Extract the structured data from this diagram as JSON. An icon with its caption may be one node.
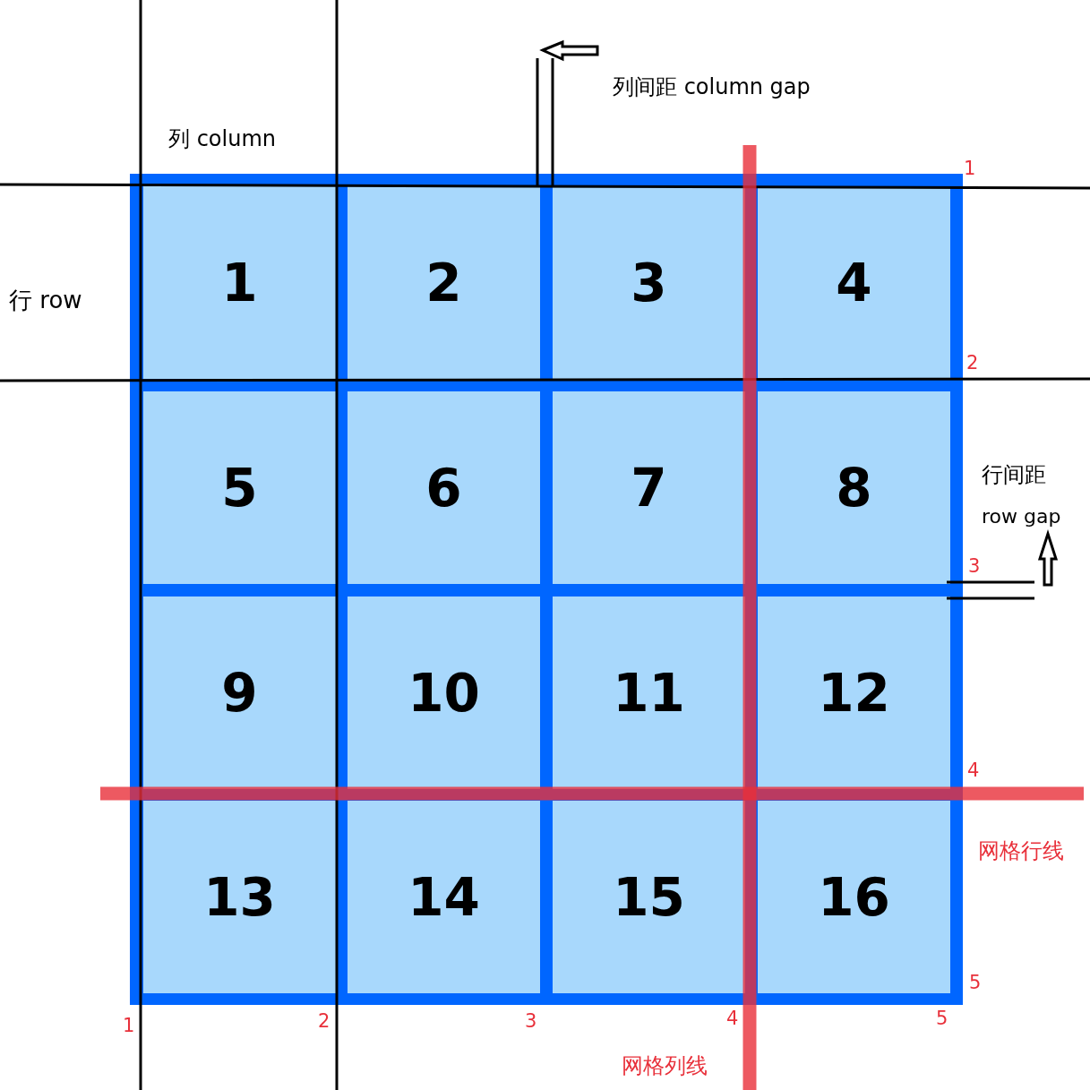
{
  "diagram": {
    "nodes": [
      {
        "text": [
          "1"
        ]
      },
      {
        "text": [
          "2"
        ]
      },
      {
        "text": [
          "3"
        ]
      },
      {
        "text": [
          "4"
        ]
      },
      {
        "text": [
          "5"
        ]
      },
      {
        "text": [
          "6"
        ]
      },
      {
        "text": [
          "7"
        ]
      },
      {
        "text": [
          "8"
        ]
      },
      {
        "text": [
          "9"
        ]
      },
      {
        "text": [
          "10"
        ]
      },
      {
        "text": [
          "11"
        ]
      },
      {
        "text": [
          "12"
        ]
      },
      {
        "text": [
          "13"
        ]
      },
      {
        "text": [
          "14"
        ]
      },
      {
        "text": [
          "15"
        ]
      },
      {
        "text": [
          "16"
        ]
      }
    ],
    "labels": [
      "列间距 column gap",
      "列 column",
      "1",
      "行 row",
      "2",
      "行间距",
      "row gap",
      "3",
      "4",
      "网格行线",
      "5",
      "1",
      "2",
      "3",
      "4",
      "5",
      "网格列线"
    ]
  }
}
